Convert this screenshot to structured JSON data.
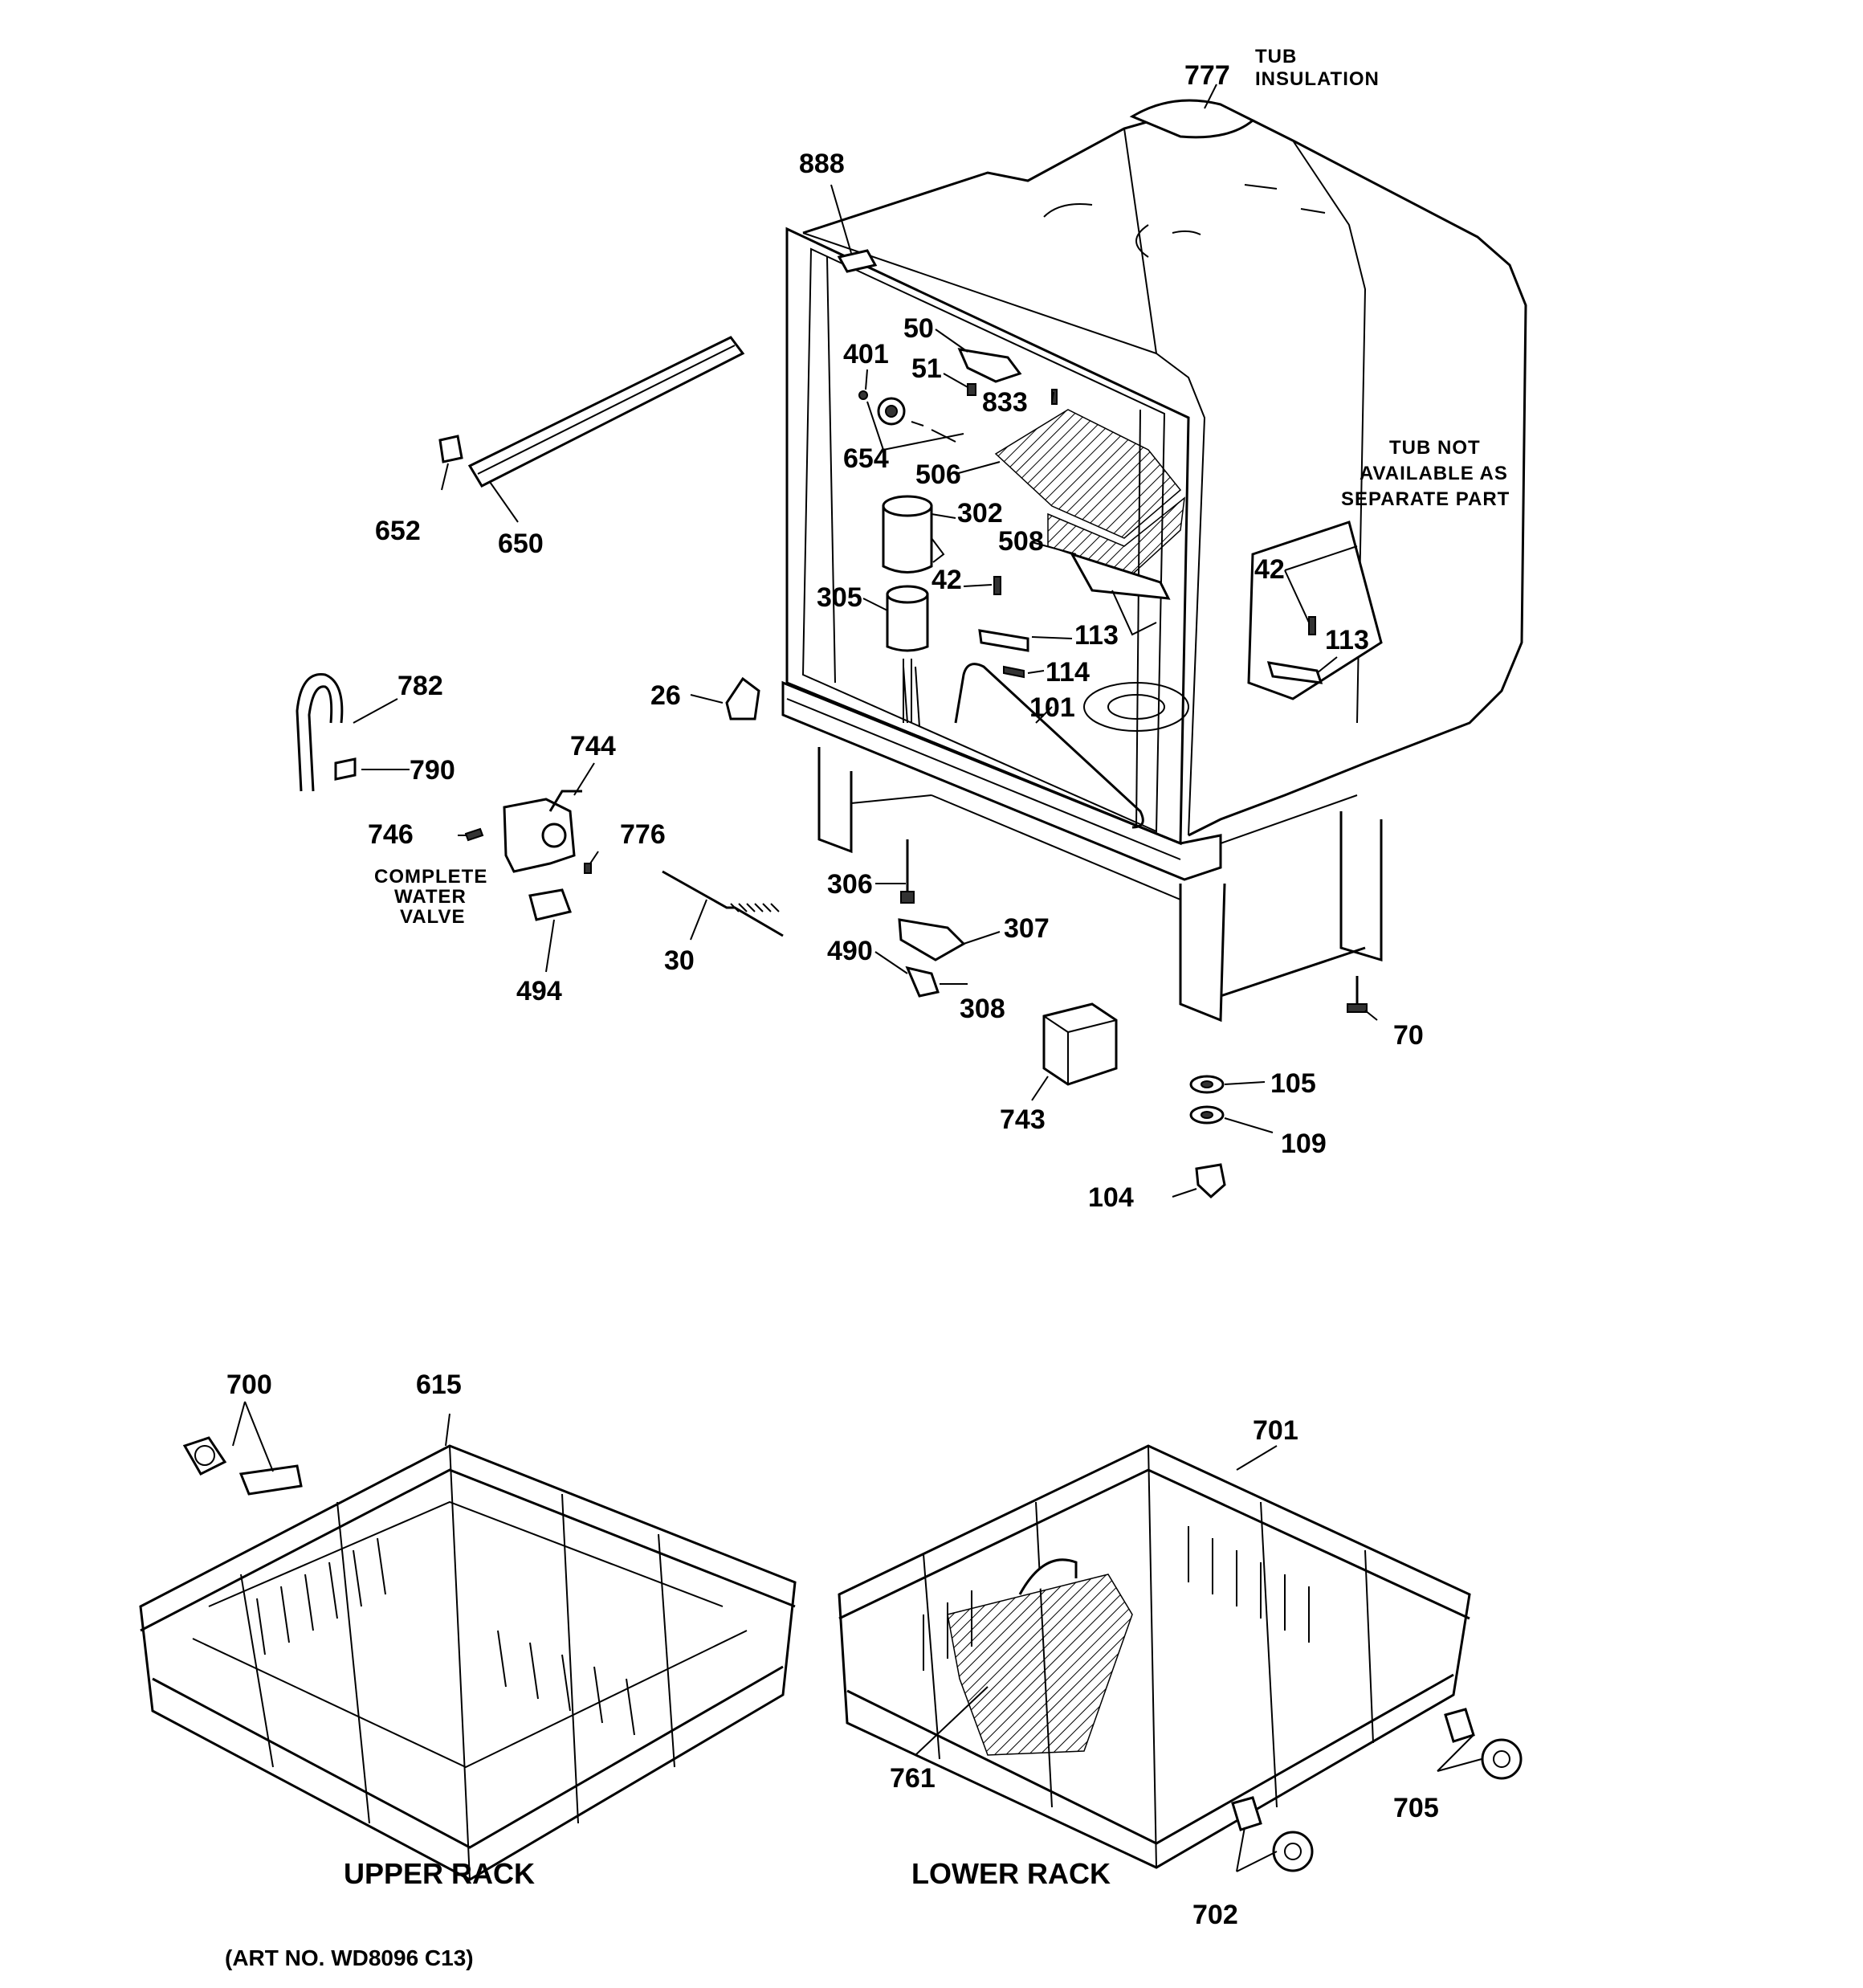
{
  "parts": [
    {
      "id": "777",
      "label": "777"
    },
    {
      "id": "888",
      "label": "888"
    },
    {
      "id": "50",
      "label": "50"
    },
    {
      "id": "401",
      "label": "401"
    },
    {
      "id": "51",
      "label": "51"
    },
    {
      "id": "833",
      "label": "833"
    },
    {
      "id": "654",
      "label": "654"
    },
    {
      "id": "506",
      "label": "506"
    },
    {
      "id": "302",
      "label": "302"
    },
    {
      "id": "508",
      "label": "508"
    },
    {
      "id": "42a",
      "label": "42"
    },
    {
      "id": "305",
      "label": "305"
    },
    {
      "id": "113a",
      "label": "113"
    },
    {
      "id": "114",
      "label": "114"
    },
    {
      "id": "101",
      "label": "101"
    },
    {
      "id": "42b",
      "label": "42"
    },
    {
      "id": "113b",
      "label": "113"
    },
    {
      "id": "652",
      "label": "652"
    },
    {
      "id": "650",
      "label": "650"
    },
    {
      "id": "782",
      "label": "782"
    },
    {
      "id": "790",
      "label": "790"
    },
    {
      "id": "744",
      "label": "744"
    },
    {
      "id": "746",
      "label": "746"
    },
    {
      "id": "776",
      "label": "776"
    },
    {
      "id": "494",
      "label": "494"
    },
    {
      "id": "26",
      "label": "26"
    },
    {
      "id": "30",
      "label": "30"
    },
    {
      "id": "306",
      "label": "306"
    },
    {
      "id": "307",
      "label": "307"
    },
    {
      "id": "490",
      "label": "490"
    },
    {
      "id": "308",
      "label": "308"
    },
    {
      "id": "743",
      "label": "743"
    },
    {
      "id": "70",
      "label": "70"
    },
    {
      "id": "105",
      "label": "105"
    },
    {
      "id": "109",
      "label": "109"
    },
    {
      "id": "104",
      "label": "104"
    },
    {
      "id": "700",
      "label": "700"
    },
    {
      "id": "615",
      "label": "615"
    },
    {
      "id": "701",
      "label": "701"
    },
    {
      "id": "761",
      "label": "761"
    },
    {
      "id": "705",
      "label": "705"
    },
    {
      "id": "702",
      "label": "702"
    }
  ],
  "notes": {
    "tub_insulation": [
      "TUB",
      "INSULATION"
    ],
    "tub_not_available": [
      "TUB NOT",
      "AVAILABLE AS",
      "SEPARATE PART"
    ],
    "complete_water_valve": [
      "COMPLETE",
      "WATER",
      "VALVE"
    ]
  },
  "captions": {
    "upper_rack": "UPPER RACK",
    "lower_rack": "LOWER RACK",
    "art_no": "(ART NO. WD8096 C13)"
  }
}
